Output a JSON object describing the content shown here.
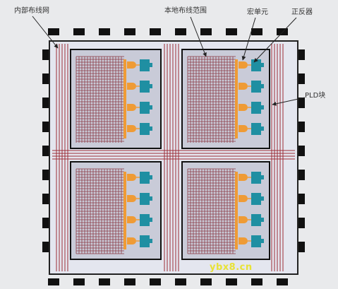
{
  "labels": {
    "internal_routing_net": "内部布线网",
    "local_routing_range": "本地布线范围",
    "macro_cell": "宏单元",
    "inverter": "正反器",
    "pld_block": "PLD块"
  },
  "watermark": "ybx8.cn",
  "colors": {
    "background": "#e9eaec",
    "chip_fill": "#e4e6ef",
    "block_fill": "#c9cbd8",
    "routing": "#9c2c35",
    "local_grid": "#8a3a45",
    "gate": "#ef9b35",
    "flipflop": "#1f8fa2",
    "pad": "#111111",
    "leader": "#222222"
  }
}
